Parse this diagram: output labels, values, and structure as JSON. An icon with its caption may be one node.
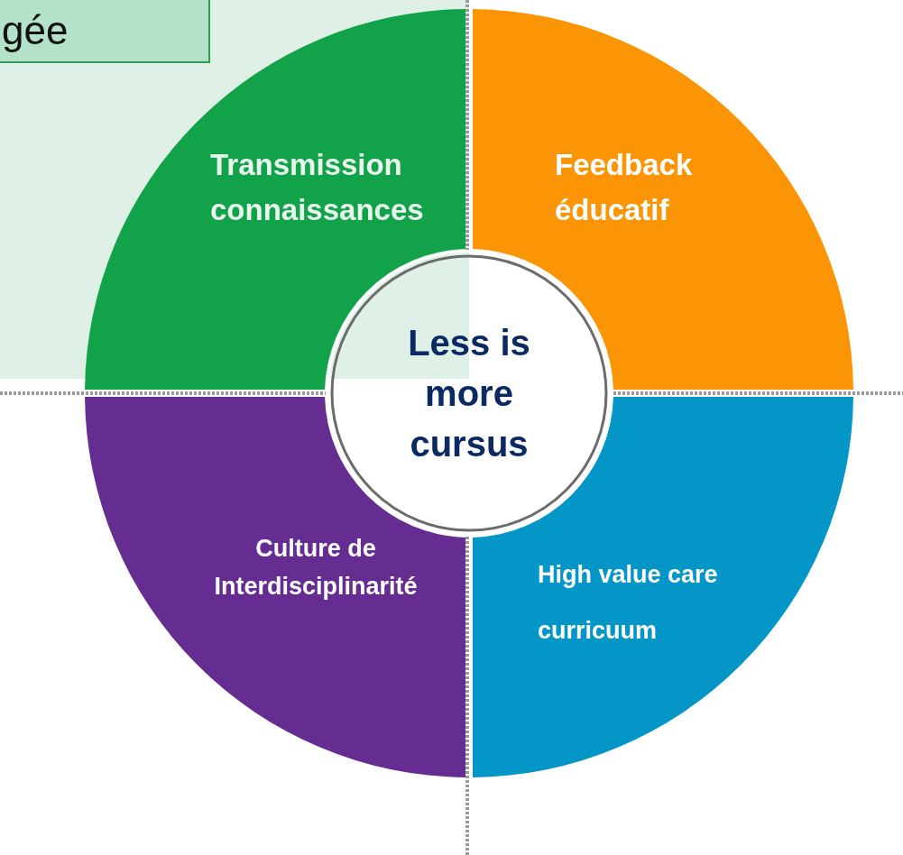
{
  "diagram": {
    "nodes": [
      {
        "text": [
          "gée"
        ]
      },
      {
        "text": [
          "Less is more cursus"
        ]
      },
      {
        "text": [
          "Transmission connaissances"
        ]
      },
      {
        "text": [
          "Feedback éducatif"
        ]
      },
      {
        "text": [
          "Culture de Interdisciplinarité"
        ]
      },
      {
        "text": [
          "High value care curricuum"
        ]
      }
    ]
  }
}
